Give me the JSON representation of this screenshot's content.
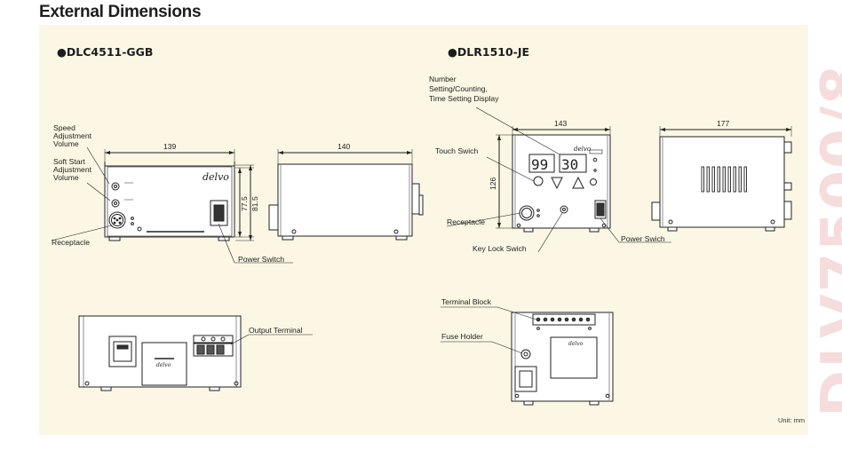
{
  "page": {
    "title": "External Dimensions",
    "side_text": "DLV7500/8",
    "unit": "Unit: mm"
  },
  "left_model": {
    "name": "●DLC4511-GGB",
    "labels": {
      "speed": [
        "Speed",
        "Adjustment",
        "Volume"
      ],
      "soft_start": [
        "Soft Start",
        "Adjustment",
        "Volume"
      ],
      "receptacle": "Receptacle",
      "power_switch": "Power Switch",
      "output_terminal": "Output Terminal"
    },
    "dims": {
      "width": "139",
      "depth": "140",
      "h1": "77.5",
      "h2": "81.5"
    },
    "brand": "delvo"
  },
  "right_model": {
    "name": "●DLR1510-JE",
    "labels": {
      "display": [
        "Number",
        "Setting/Counting,",
        "Time Setting Display"
      ],
      "touch_switch": "Touch Swich",
      "receptacle": "Receptacle",
      "key_lock": "Key Lock Swich",
      "power_switch": "Power Swich",
      "terminal_block": "Terminal Block",
      "fuse_holder": "Fuse Holder"
    },
    "dims": {
      "width": "143",
      "depth": "177",
      "height": "126"
    },
    "display_left": "99",
    "display_right": "30",
    "brand": "delvo"
  },
  "colors": {
    "panel": "#fbf7e4",
    "line": "#222222",
    "side_text": "#f6dcdc"
  }
}
